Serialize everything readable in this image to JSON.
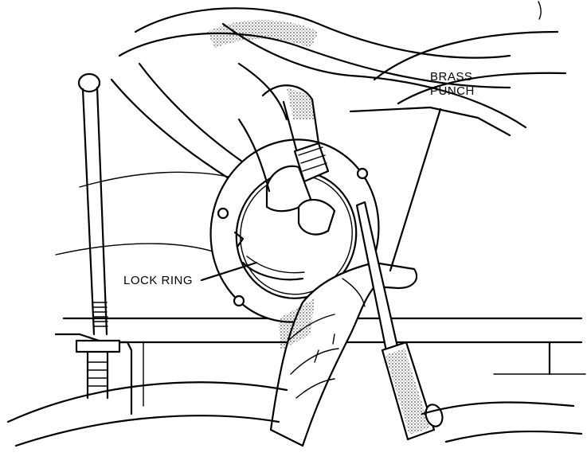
{
  "labels": {
    "brass_punch_line1": "BRASS",
    "brass_punch_line2": "PUNCH",
    "lock_ring": "LOCK RING"
  },
  "colors": {
    "ink": "#000000",
    "paper": "#ffffff"
  }
}
